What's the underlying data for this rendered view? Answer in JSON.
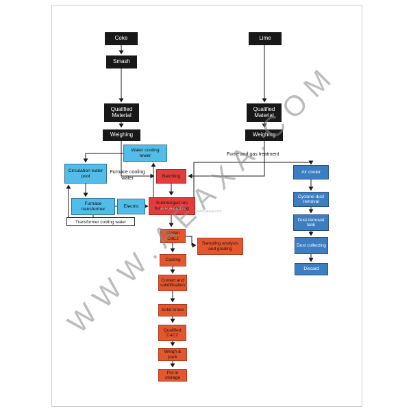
{
  "page": {
    "watermark_large": "WWW.AEAXA.COM",
    "watermark_small": "www.aeaxa.com"
  },
  "nodes": {
    "coke": "Coke",
    "lime": "Lime",
    "smash": "Smash",
    "qualified_material_left": "Qualified Material",
    "qualified_material_right": "Qualified Material",
    "weighing_left": "Weighing",
    "weighing_right": "Weighing",
    "water_cooling_tower": "Water cooling tower",
    "circulation_water_pool": "Circulation water pool",
    "batching": "Batching",
    "furnace_transformer": "Furnace transformer",
    "electric": "Electric",
    "submerged_arc_furnace": "Submerged arc furnace smelting",
    "molten_cac2": "Molten CaC2",
    "sampling_analysis": "Sampling analysis and grading",
    "casting": "Casting",
    "cooled_solidification": "Cooled and solidification",
    "solid_broke": "Solid broke",
    "qualified_cac2": "Qualified CaC2",
    "weigh_pack": "Weigh & pack",
    "put_in_storage": "Put in storage",
    "air_cooler": "Air cooler",
    "cyclone_dust_removal": "Cyclone dust removal",
    "dust_removal_tank": "Dust removal tank",
    "dust_collecting": "Dust collecting",
    "discard": "Discard"
  },
  "labels": {
    "furnace_cooling_water": "Furnace cooling water",
    "transformer_cooling_water": "Transformer cooling water",
    "fume_and_gas_treatment": "Fume and gas treatment"
  },
  "colors": {
    "raw_material_black": "#181818",
    "cooling_cyan": "#52bde9",
    "gas_treatment_blue": "#3d7ec2",
    "furnace_red": "#e23d3a",
    "product_orange": "#e4572e"
  },
  "edges": [
    {
      "from": "coke",
      "to": "smash"
    },
    {
      "from": "smash",
      "to": "qualified_material_left"
    },
    {
      "from": "lime",
      "to": "qualified_material_right"
    },
    {
      "from": "qualified_material_left",
      "to": "weighing_left"
    },
    {
      "from": "qualified_material_right",
      "to": "weighing_right"
    },
    {
      "from": "weighing_left",
      "to": "batching"
    },
    {
      "from": "weighing_right",
      "to": "batching"
    },
    {
      "from": "batching",
      "to": "submerged_arc_furnace"
    },
    {
      "from": "electric",
      "to": "submerged_arc_furnace"
    },
    {
      "from": "submerged_arc_furnace",
      "to": "molten_cac2"
    },
    {
      "from": "molten_cac2",
      "to": "sampling_analysis"
    },
    {
      "from": "molten_cac2",
      "to": "casting"
    },
    {
      "from": "casting",
      "to": "cooled_solidification"
    },
    {
      "from": "cooled_solidification",
      "to": "solid_broke"
    },
    {
      "from": "solid_broke",
      "to": "qualified_cac2"
    },
    {
      "from": "qualified_cac2",
      "to": "weigh_pack"
    },
    {
      "from": "weigh_pack",
      "to": "put_in_storage"
    },
    {
      "from": "submerged_arc_furnace",
      "to": "air_cooler",
      "label": "Fume and gas treatment"
    },
    {
      "from": "air_cooler",
      "to": "cyclone_dust_removal"
    },
    {
      "from": "cyclone_dust_removal",
      "to": "dust_removal_tank"
    },
    {
      "from": "dust_removal_tank",
      "to": "dust_collecting"
    },
    {
      "from": "dust_collecting",
      "to": "discard"
    },
    {
      "from": "water_cooling_tower",
      "to": "circulation_water_pool"
    },
    {
      "from": "circulation_water_pool",
      "to": "furnace_transformer"
    },
    {
      "from": "submerged_arc_furnace",
      "to": "water_cooling_tower",
      "label": "Furnace cooling water"
    },
    {
      "from": "furnace_transformer",
      "to": "circulation_water_pool",
      "label": "Transformer cooling water"
    }
  ]
}
